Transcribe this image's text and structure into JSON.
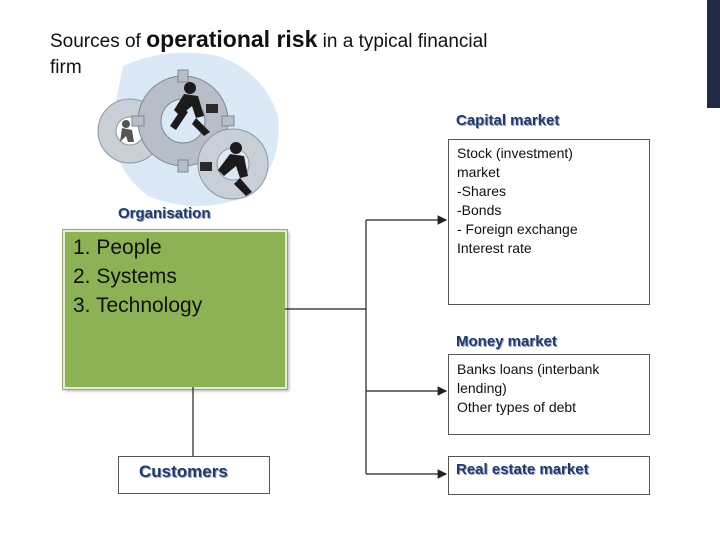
{
  "title": {
    "part1": "Sources of ",
    "emphasis": "operational risk",
    "part2": " in a typical financial",
    "line2": "firm"
  },
  "icons": {
    "clipart": "gears-businessmen-clipart-icon"
  },
  "organisation": {
    "label": "Organisation",
    "items": [
      "1. People",
      "2. Systems",
      "3. Technology"
    ]
  },
  "customers": {
    "label": "Customers"
  },
  "capital_market": {
    "label": "Capital market",
    "lines": [
      "Stock (investment)",
      "market",
      "-Shares",
      "-Bonds",
      "- Foreign exchange",
      "Interest rate"
    ]
  },
  "money_market": {
    "label": "Money market",
    "lines": [
      "Banks loans (interbank",
      "lending)",
      "Other types of debt"
    ]
  },
  "real_estate": {
    "label": "Real estate market"
  },
  "colors": {
    "org_fill": "#8db255",
    "label_text": "#1f3a6b",
    "accent_strip": "#1f2a44"
  }
}
